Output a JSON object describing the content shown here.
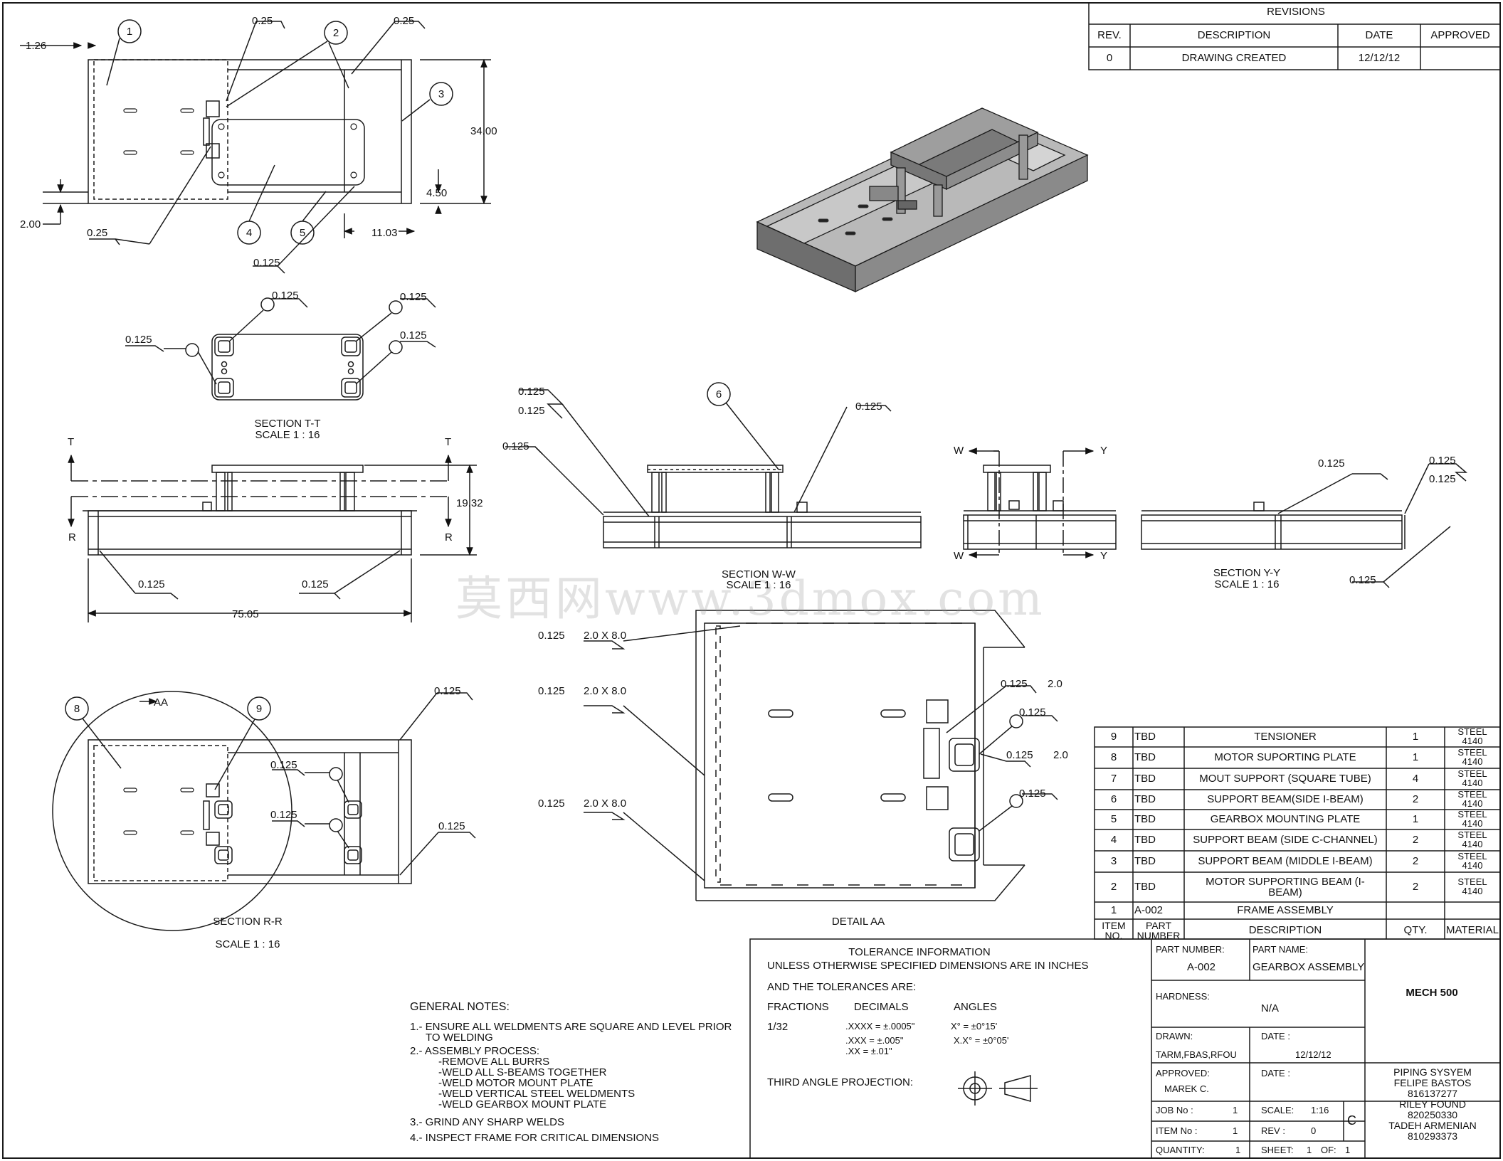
{
  "revisions": {
    "title": "REVISIONS",
    "headers": [
      "REV.",
      "DESCRIPTION",
      "DATE",
      "APPROVED"
    ],
    "rows": [
      [
        "0",
        "DRAWING CREATED",
        "12/12/12",
        ""
      ]
    ]
  },
  "views": {
    "section_tt": [
      "SECTION T-T",
      "SCALE 1 : 16"
    ],
    "section_ww": [
      "SECTION W-W",
      "SCALE 1 : 16"
    ],
    "section_yy": [
      "SECTION Y-Y",
      "SCALE 1 : 16"
    ],
    "section_rr": [
      "SECTION R-R",
      "SCALE 1 : 16"
    ],
    "detail_aa": "DETAIL AA"
  },
  "dimensions": {
    "top_1_26": "1.26",
    "top_025_a": "0.25",
    "top_025_b": "0.25",
    "top_025_c": "0.25",
    "top_34": "34.00",
    "top_450": "4.50",
    "top_1103": "11.03",
    "top_200": "2.00",
    "top_0125": "0.125",
    "tt_w1": "0.125",
    "tt_w2": "0.125",
    "tt_w3": "0.125",
    "tt_w4": "0.125",
    "front_1932": "19.32",
    "front_7505": "75.05",
    "front_w1": "0.125",
    "front_w2": "0.125",
    "ww_w1": "0.125",
    "ww_w2": "0.125",
    "ww_w3": "0.125",
    "ww_w4": "0.125",
    "yy_w1": "0.125",
    "yy_w2": "0.125",
    "yy_w3": "0.125",
    "yy_w4": "0.125",
    "rr_w1": "0.125",
    "rr_w2": "0.125",
    "rr_w3": "0.125",
    "rr_w4": "0.125",
    "rr_aa": "AA",
    "aa_w1": "0.125",
    "aa_w1b": "2.0 X 8.0",
    "aa_w2": "0.125",
    "aa_w2b": "2.0 X 8.0",
    "aa_w3": "0.125",
    "aa_w3b": "2.0 X 8.0",
    "aa_w4": "0.125",
    "aa_w4b": "2.0",
    "aa_w5": "0.125",
    "aa_w6": "0.125",
    "aa_w6b": "2.0",
    "aa_w7": "0.125"
  },
  "section_markers": {
    "T": "T",
    "R": "R",
    "W": "W",
    "Y": "Y"
  },
  "balloons": [
    "1",
    "2",
    "3",
    "4",
    "5",
    "6",
    "8",
    "9"
  ],
  "watermark": "莫西网www.3dmox.com",
  "bom": {
    "rows": [
      [
        "9",
        "TBD",
        "TENSIONER",
        "1",
        "STEEL 4140"
      ],
      [
        "8",
        "TBD",
        "MOTOR SUPORTING PLATE",
        "1",
        "STEEL 4140"
      ],
      [
        "7",
        "TBD",
        "MOUT SUPPORT (SQUARE TUBE)",
        "4",
        "STEEL 4140"
      ],
      [
        "6",
        "TBD",
        "SUPPORT BEAM(SIDE I-BEAM)",
        "2",
        "STEEL 4140"
      ],
      [
        "5",
        "TBD",
        "GEARBOX MOUNTING PLATE",
        "1",
        "STEEL 4140"
      ],
      [
        "4",
        "TBD",
        "SUPPORT BEAM (SIDE C-CHANNEL)",
        "2",
        "STEEL 4140"
      ],
      [
        "3",
        "TBD",
        "SUPPORT BEAM (MIDDLE I-BEAM)",
        "2",
        "STEEL 4140"
      ],
      [
        "2",
        "TBD",
        "MOTOR SUPPORTING BEAM (I-BEAM)",
        "2",
        "STEEL 4140"
      ],
      [
        "1",
        "A-002",
        "FRAME ASSEMBLY",
        "",
        ""
      ]
    ],
    "headers": [
      "ITEM NO.",
      "PART NUMBER",
      "DESCRIPTION",
      "QTY.",
      "MATERIAL"
    ]
  },
  "general_notes": {
    "title": "GENERAL NOTES:",
    "lines": [
      "1.- ENSURE ALL WELDMENTS ARE SQUARE AND LEVEL PRIOR",
      "TO WELDING",
      "2.- ASSEMBLY PROCESS:",
      "-REMOVE ALL BURRS",
      "-WELD ALL S-BEAMS TOGETHER",
      "-WELD MOTOR MOUNT PLATE",
      "-WELD VERTICAL STEEL WELDMENTS",
      "-WELD GEARBOX MOUNT PLATE",
      "3.- GRIND ANY SHARP WELDS",
      "4.- INSPECT FRAME FOR CRITICAL DIMENSIONS"
    ]
  },
  "tolerance": {
    "title": "TOLERANCE INFORMATION",
    "line1": "UNLESS OTHERWISE SPECIFIED DIMENSIONS ARE IN INCHES",
    "line2": "AND THE TOLERANCES ARE:",
    "fractions_h": "FRACTIONS",
    "decimals_h": "DECIMALS",
    "angles_h": "ANGLES",
    "fraction": "1/32",
    "dec1": ".XXXX = ±.0005\"",
    "dec2": ".XXX   = ±.005\"",
    "dec3": ".XX    = ±.01\"",
    "ang1": "X°   = ±0°15'",
    "ang2": "X.X° = ±0°05'",
    "projection": "THIRD ANGLE PROJECTION:"
  },
  "title_block": {
    "part_number_label": "PART NUMBER:",
    "part_number": "A-002",
    "part_name_label": "PART NAME:",
    "part_name": "GEARBOX ASSEMBLY",
    "course": "MECH 500",
    "hardness_label": "HARDNESS:",
    "hardness": "N/A",
    "drawn_label": "DRAWN:",
    "drawn": "TARM,FBAS,RFOU",
    "date_label": "DATE :",
    "date": "12/12/12",
    "approved_label": "APPROVED:",
    "approved": "MAREK C.",
    "date2_label": "DATE :",
    "job_label": "JOB No :",
    "job": "1",
    "scale_label": "SCALE:",
    "scale": "1:16",
    "item_label": "ITEM No :",
    "item": "1",
    "rev_label": "REV :",
    "rev": "0",
    "qty_label": "QUANTITY:",
    "qty": "1",
    "sheet_label": "SHEET:",
    "sheet": "1",
    "of_label": "OF:",
    "of": "1",
    "size": "C",
    "names": [
      "PIPING SYSYEM",
      "FELIPE BASTOS",
      "816137277",
      "RILEY FOUND",
      "820250330",
      "TADEH ARMENIAN",
      "810293373"
    ]
  }
}
